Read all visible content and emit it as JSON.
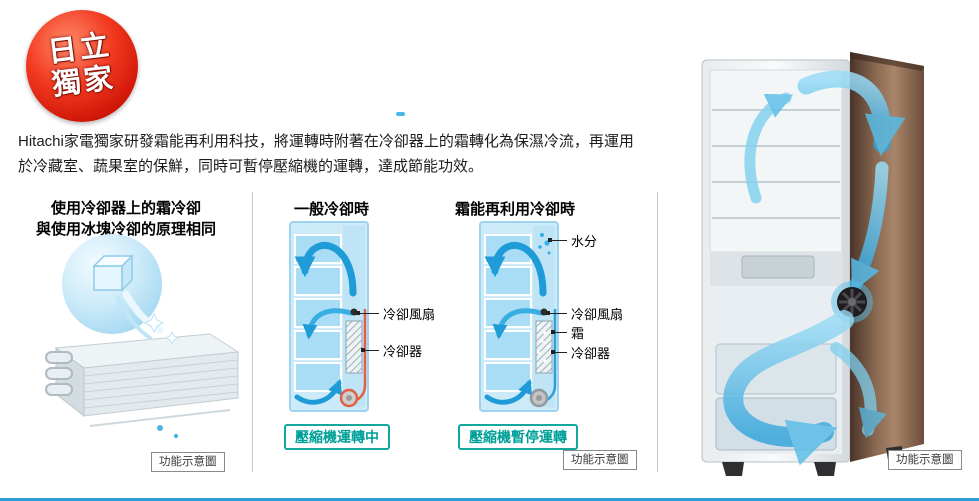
{
  "badge": {
    "line1": "日立",
    "line2": "獨家"
  },
  "intro": {
    "line1": "Hitachi家電獨家研發霜能再利用科技，將運轉時附著在冷卻器上的霜轉化為保濕冷流，再運用",
    "line2": "於冷藏室、蔬果室的保鮮，同時可暫停壓縮機的運轉，達成節能功效。"
  },
  "sections": {
    "principle": {
      "title_line1": "使用冷卻器上的霜冷卻",
      "title_line2": "與使用冰塊冷卻的原理相同",
      "caption": "功能示意圖"
    },
    "normal": {
      "title": "一般冷卻時",
      "fan_label": "冷卻風扇",
      "cooler_label": "冷卻器",
      "status": "壓縮機運轉中"
    },
    "frost": {
      "title": "霜能再利用冷卻時",
      "moisture_label": "水分",
      "fan_label": "冷卻風扇",
      "frost_label": "霜",
      "cooler_label": "冷卻器",
      "status": "壓縮機暫停運轉",
      "caption": "功能示意圖"
    },
    "fridge": {
      "caption": "功能示意圖"
    }
  },
  "colors": {
    "badge_red": "#e02313",
    "flow_blue": "#2f9fd6",
    "compressor_active_red": "#e06046",
    "status_teal": "#00a099",
    "accent_bar_blue": "#2b9fd9",
    "door_brown": "#8a6a52"
  }
}
